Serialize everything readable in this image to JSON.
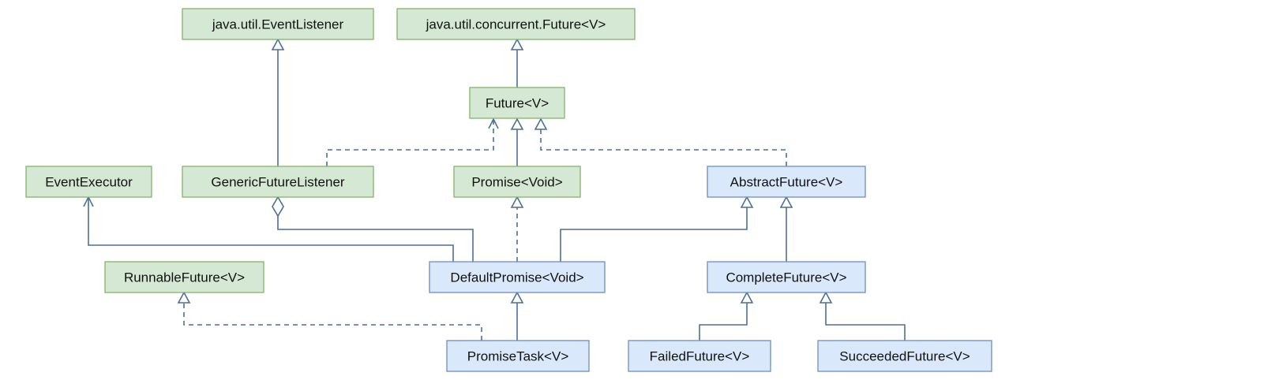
{
  "nodes": [
    {
      "id": "java-util-event-listener",
      "label": "java.util.EventListener",
      "kind": "interface"
    },
    {
      "id": "java-util-concurrent-future",
      "label": "java.util.concurrent.Future<V>",
      "kind": "interface"
    },
    {
      "id": "future",
      "label": "Future<V>",
      "kind": "interface"
    },
    {
      "id": "event-executor",
      "label": "EventExecutor",
      "kind": "interface"
    },
    {
      "id": "generic-future-listener",
      "label": "GenericFutureListener",
      "kind": "interface"
    },
    {
      "id": "promise-void",
      "label": "Promise<Void>",
      "kind": "interface"
    },
    {
      "id": "abstract-future",
      "label": "AbstractFuture<V>",
      "kind": "class"
    },
    {
      "id": "runnable-future",
      "label": "RunnableFuture<V>",
      "kind": "interface"
    },
    {
      "id": "default-promise-void",
      "label": "DefaultPromise<Void>",
      "kind": "class"
    },
    {
      "id": "complete-future",
      "label": "CompleteFuture<V>",
      "kind": "class"
    },
    {
      "id": "promise-task",
      "label": "PromiseTask<V>",
      "kind": "class"
    },
    {
      "id": "failed-future",
      "label": "FailedFuture<V>",
      "kind": "class"
    },
    {
      "id": "succeeded-future",
      "label": "SucceededFuture<V>",
      "kind": "class"
    }
  ],
  "edges": [
    {
      "from": "future",
      "to": "java-util-concurrent-future",
      "type": "extends"
    },
    {
      "from": "generic-future-listener",
      "to": "java-util-event-listener",
      "type": "extends"
    },
    {
      "from": "generic-future-listener",
      "to": "future",
      "type": "dependency"
    },
    {
      "from": "promise-void",
      "to": "future",
      "type": "extends"
    },
    {
      "from": "abstract-future",
      "to": "future",
      "type": "implements"
    },
    {
      "from": "default-promise-void",
      "to": "event-executor",
      "type": "association"
    },
    {
      "from": "default-promise-void",
      "to": "generic-future-listener",
      "type": "aggregation"
    },
    {
      "from": "default-promise-void",
      "to": "promise-void",
      "type": "implements"
    },
    {
      "from": "default-promise-void",
      "to": "abstract-future",
      "type": "extends"
    },
    {
      "from": "complete-future",
      "to": "abstract-future",
      "type": "extends"
    },
    {
      "from": "promise-task",
      "to": "default-promise-void",
      "type": "extends"
    },
    {
      "from": "promise-task",
      "to": "runnable-future",
      "type": "implements"
    },
    {
      "from": "failed-future",
      "to": "complete-future",
      "type": "extends"
    },
    {
      "from": "succeeded-future",
      "to": "complete-future",
      "type": "extends"
    }
  ],
  "colors": {
    "interface_fill": "#d5e8d4",
    "interface_stroke": "#82b366",
    "class_fill": "#dae8fc",
    "class_stroke": "#6c8ebf",
    "edge": "#4d6f99"
  }
}
